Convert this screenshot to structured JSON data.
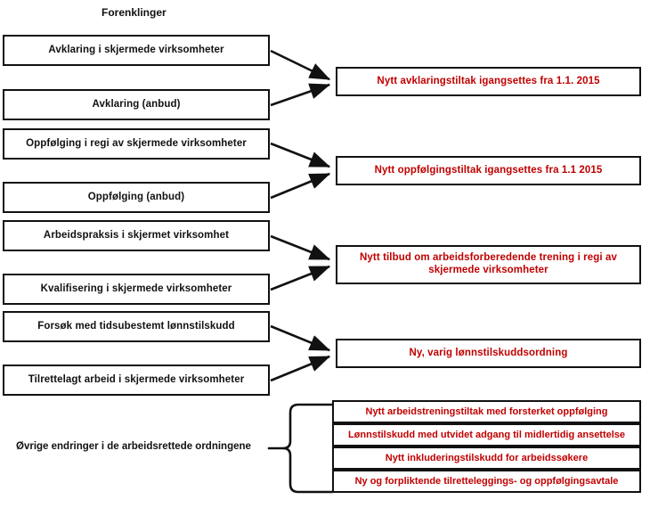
{
  "diagram": {
    "title": "Forenklinger",
    "accent_color": "#c00000",
    "line_color": "#111111",
    "background": "#ffffff",
    "group_label": "Øvrige endringer i de arbeidsrettede ordningene",
    "existing_measures": [
      {
        "label": "Avklaring i skjermede virksomheter"
      },
      {
        "label": "Avklaring (anbud)"
      },
      {
        "label": "Oppfølging i regi av skjermede virksomheter"
      },
      {
        "label": "Oppfølging (anbud)"
      },
      {
        "label": "Arbeidspraksis i skjermet virksomhet"
      },
      {
        "label": "Kvalifisering i  skjermede virksomheter"
      },
      {
        "label": "Forsøk med tidsubestemt lønnstilskudd"
      },
      {
        "label": "Tilrettelagt arbeid i  skjermede virksomheter"
      }
    ],
    "new_measures": [
      {
        "label": "Nytt avklaringstiltak igangsettes fra 1.1. 2015"
      },
      {
        "label": "Nytt oppfølgingstiltak igangsettes fra 1.1 2015"
      },
      {
        "label": "Nytt tilbud om arbeidsforberedende trening i regi av skjermede virksomheter"
      },
      {
        "label": "Ny, varig lønnstilskuddsordning"
      }
    ],
    "other_changes": [
      {
        "label": "Nytt arbeidstreningstiltak med forsterket oppfølging"
      },
      {
        "label": "Lønnstilskudd med utvidet adgang til midlertidig ansettelse"
      },
      {
        "label": "Nytt inkluderingstilskudd for arbeidssøkere"
      },
      {
        "label": "Ny og forpliktende tilretteleggings- og oppfølgingsavtale"
      }
    ]
  }
}
